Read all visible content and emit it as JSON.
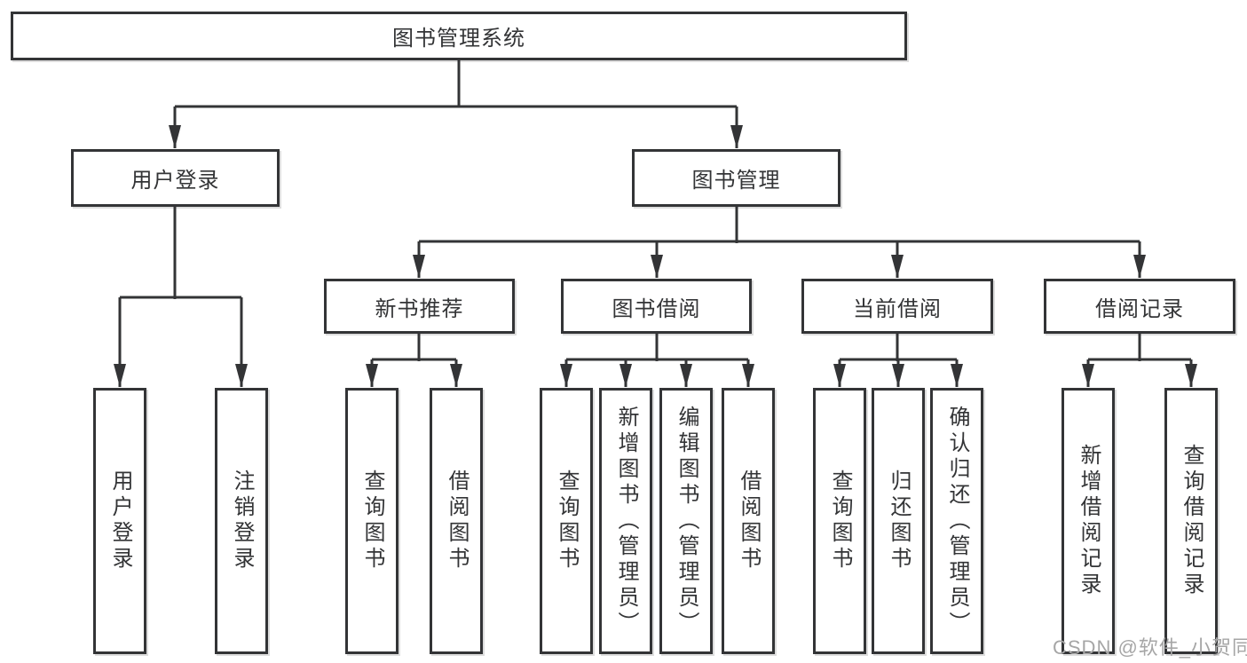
{
  "diagram": {
    "type": "hierarchy-tree",
    "line_color": "#333436",
    "tree": {
      "root": {
        "label": "图书管理系统",
        "children": [
          {
            "label": "用户登录",
            "children": [
              {
                "label": "用户登录"
              },
              {
                "label": "注销登录"
              }
            ]
          },
          {
            "label": "图书管理",
            "children": [
              {
                "label": "新书推荐",
                "children": [
                  {
                    "label": "查询图书"
                  },
                  {
                    "label": "借阅图书"
                  }
                ]
              },
              {
                "label": "图书借阅",
                "children": [
                  {
                    "label": "查询图书"
                  },
                  {
                    "label": "新增图书（管理员）"
                  },
                  {
                    "label": "编辑图书（管理员）"
                  },
                  {
                    "label": "借阅图书"
                  }
                ]
              },
              {
                "label": "当前借阅",
                "children": [
                  {
                    "label": "查询图书"
                  },
                  {
                    "label": "归还图书"
                  },
                  {
                    "label": "确认归还（管理员）"
                  }
                ]
              },
              {
                "label": "借阅记录",
                "children": [
                  {
                    "label": "新增借阅记录"
                  },
                  {
                    "label": "查询借阅记录"
                  }
                ]
              }
            ]
          }
        ]
      }
    }
  },
  "watermark": {
    "text": "CSDN @软件_小贺同学",
    "color": "#a6a6a6"
  }
}
